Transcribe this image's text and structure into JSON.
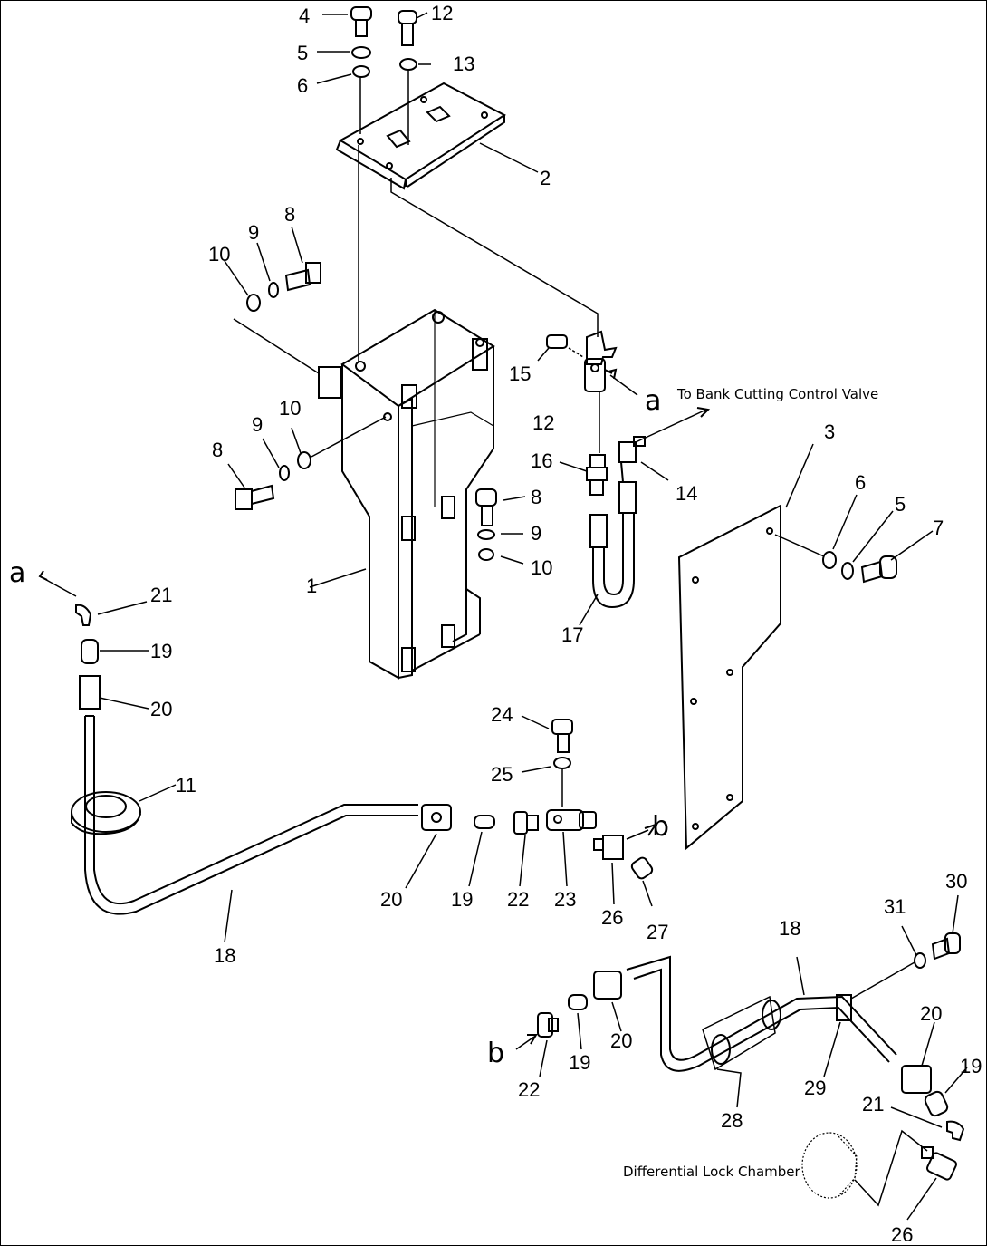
{
  "diagram": {
    "callouts": {
      "c4": "4",
      "c5": "5",
      "c6": "6",
      "c12a": "12",
      "c13": "13",
      "c2": "2",
      "c8a": "8",
      "c9a": "9",
      "c10a": "10",
      "c10b": "10",
      "c9b": "9",
      "c8b": "8",
      "c8c": "8",
      "c9c": "9",
      "c10c": "10",
      "c1": "1",
      "c15": "15",
      "c12b": "12",
      "c16": "16",
      "c14": "14",
      "c17": "17",
      "c3": "3",
      "c6b": "6",
      "c5b": "5",
      "c7": "7",
      "c21a": "21",
      "c19a": "19",
      "c20a": "20",
      "c11": "11",
      "c18a": "18",
      "c24": "24",
      "c25": "25",
      "c20b": "20",
      "c19b": "19",
      "c22a": "22",
      "c23": "23",
      "c26a": "26",
      "c27": "27",
      "c30": "30",
      "c31": "31",
      "c18b": "18",
      "c20c": "20",
      "c19c": "19",
      "c21b": "21",
      "c29": "29",
      "c28": "28",
      "c20d": "20",
      "c19d": "19",
      "c22b": "22",
      "c26b": "26"
    },
    "letters": {
      "a_right": "a",
      "a_left": "a",
      "b_right": "b",
      "b_left": "b"
    },
    "notes": {
      "bank_valve": "To Bank Cutting Control Valve",
      "diff_lock": "Differential Lock Chamber"
    }
  }
}
